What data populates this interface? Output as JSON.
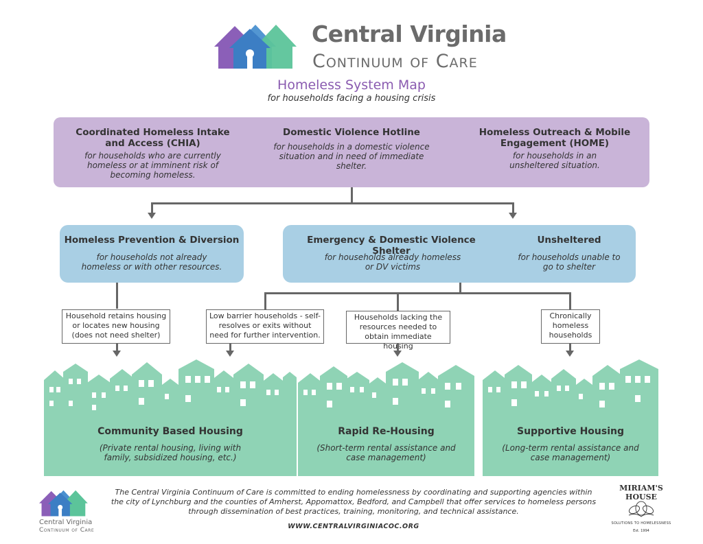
{
  "colors": {
    "purple": "#c9b4d8",
    "blue": "#a9cfe4",
    "green": "#8fd3b5",
    "title_purple": "#8a5bb0",
    "line_gray": "#666666"
  },
  "header": {
    "brand_line1": "Central Virginia",
    "brand_line2": "Continuum of Care",
    "title": "Homeless System Map",
    "subtitle": "for households facing a housing crisis"
  },
  "entry_points": [
    {
      "title": "Coordinated Homeless Intake and Access (CHIA)",
      "desc": "for households who are currently homeless or at imminent risk of becoming homeless."
    },
    {
      "title": "Domestic Violence Hotline",
      "desc": "for households in a domestic violence situation and in need of immediate shelter."
    },
    {
      "title": "Homeless Outreach & Mobile Engagement (HOME)",
      "desc": "for households in an unsheltered situation."
    }
  ],
  "services": {
    "prevention": {
      "title": "Homeless Prevention & Diversion",
      "desc": "for households not already homeless or with other resources."
    },
    "shelter": {
      "title": "Emergency & Domestic Violence Shelter",
      "desc": "for households already homeless or DV victims"
    },
    "unsheltered": {
      "title": "Unsheltered",
      "desc": "for households unable to go to shelter"
    }
  },
  "criteria": [
    "Household retains housing or locates new housing (does not need shelter)",
    "Low barrier households - self-resolves or exits without need for further intervention.",
    "Households lacking the resources needed to obtain immediate housing",
    "Chronically homeless households"
  ],
  "housing": [
    {
      "title": "Community Based Housing",
      "desc": "(Private rental housing, living with family, subsidized housing, etc.)"
    },
    {
      "title": "Rapid Re-Housing",
      "desc": "(Short-term rental assistance and case management)"
    },
    {
      "title": "Supportive Housing",
      "desc": "(Long-term rental assistance and case management)"
    }
  ],
  "footer": {
    "statement": "The Central Virginia Continuum of Care is committed to ending homelessness by coordinating and supporting agencies within the city of Lynchburg and the counties of Amherst, Appomattox, Bedford, and Campbell that offer services to homeless persons through dissemination of best practices, training, monitoring, and technical assistance.",
    "url": "WWW.CENTRALVIRGINIACOC.ORG",
    "small_brand_line1": "Central Virginia",
    "small_brand_line2": "Continuum of Care",
    "partner_name": "MIRIAM'S HOUSE",
    "partner_tagline": "SOLUTIONS TO HOMELESSNESS",
    "partner_est": "Est. 1994"
  }
}
